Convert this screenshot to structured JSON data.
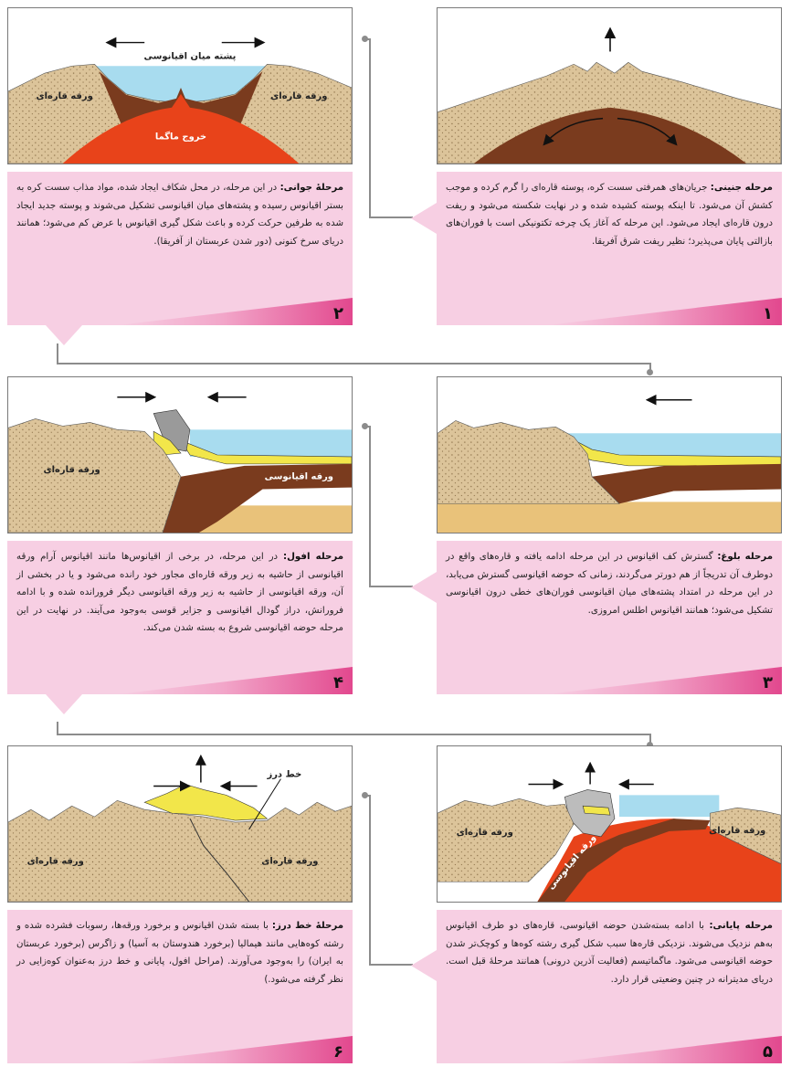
{
  "panels": [
    {
      "number": "۱",
      "title": "مرحله جنینی:",
      "body": "جریان‌های همرفتی سست کره، پوسته قاره‌ای را گرم کرده و موجب کشش آن می‌شود. تا اینکه پوسته کشیده شده و در نهایت شکسته می‌شود و ریفت درون قاره‌ای ایجاد می‌شود. این مرحله که آغاز یک چرخه تکتونیکی است با فوران‌های بازالتی پایان می‌پذیرد؛ نظیر ریفت شرق آفریقا.",
      "labels": {}
    },
    {
      "number": "۲",
      "title": "مرحلهٔ جوانی:",
      "body": "در این مرحله، در محل شکاف ایجاد شده، مواد مذاب سست کره به بستر اقیانوس رسیده و پشته‌های میان اقیانوسی تشکیل می‌شوند و پوسته جدید ایجاد شده به طرفین حرکت کرده و باعث شکل گیری اقیانوس با عرض کم می‌شود؛ همانند دریای سرخ کنونی (دور شدن عربستان از آفریقا).",
      "labels": {
        "ridge": "پشته میان اقیانوسی",
        "plate_left": "ورقه قاره‌ای",
        "plate_right": "ورقه قاره‌ای",
        "magma": "خروج ماگما"
      }
    },
    {
      "number": "۳",
      "title": "مرحله بلوغ:",
      "body": "گسترش کف اقیانوس در این مرحله ادامه یافته و قاره‌های واقع در دوطرف آن تدریجاً از هم دورتر می‌گردند، زمانی که حوضه اقیانوسی گسترش می‌یابد، در این مرحله در امتداد پشته‌های میان اقیانوسی فوران‌های خطی درون اقیانوسی تشکیل می‌شود؛ همانند اقیانوس اطلس امروزی.",
      "labels": {}
    },
    {
      "number": "۴",
      "title": "مرحله افول:",
      "body": "در این مرحله، در برخی از اقیانوس‌ها مانند اقیانوس آرام ورقه اقیانوسی از حاشیه به زیر ورقه قاره‌ای مجاور خود رانده می‌شود و یا در بخشی از آن، ورقه اقیانوسی از حاشیه به زیر ورقه اقیانوسی دیگر فرورانده شده و با ادامه فرورانش، دراز گودال اقیانوسی و جزایر قوسی به‌وجود می‌آیند. در نهایت در این مرحله حوضه اقیانوسی شروع به بسته شدن می‌کند.",
      "labels": {
        "continental": "ورقه قاره‌ای",
        "oceanic": "ورقه اقیانوسی"
      }
    },
    {
      "number": "۵",
      "title": "مرحله پایانی:",
      "body": "با ادامه بسته‌شدن حوضه اقیانوسی، قاره‌های دو طرف اقیانوس به‌هم نزدیک می‌شوند. نزدیکی قاره‌ها سبب شکل گیری رشته کوه‌ها و کوچک‌تر شدن حوضه اقیانوسی می‌شود. ماگماتیسم (فعالیت آذرین درونی) همانند مرحلهٔ قبل است. دریای مدیترانه در چنین وضعیتی قرار دارد.",
      "labels": {
        "plate_left": "ورقه قاره‌ای",
        "plate_right": "ورقه قاره‌ای",
        "oceanic": "ورقه اقیانوسی"
      }
    },
    {
      "number": "۶",
      "title": "مرحلهٔ خط درز:",
      "body": "با بسته شدن اقیانوس و برخورد ورقه‌ها، رسوبات فشرده شده و رشته کوه‌هایی مانند هیمالیا (برخورد هندوستان به آسیا) و زاگرس (برخورد عربستان به ایران) را به‌وجود می‌آورند. (مراحل افول، پایانی و خط درز به‌عنوان کوه‌زایی در نظر گرفته می‌شود.)",
      "labels": {
        "suture": "خط درز",
        "plate_left": "ورقه قاره‌ای",
        "plate_right": "ورقه قاره‌ای"
      }
    }
  ],
  "colors": {
    "sand": "#dcc49a",
    "crust": "#7a3b1e",
    "magma": "#e8431a",
    "water": "#a8dcef",
    "sediment": "#f2e64a",
    "panel_bg": "#f7cfe3",
    "band": "#e2488e"
  }
}
